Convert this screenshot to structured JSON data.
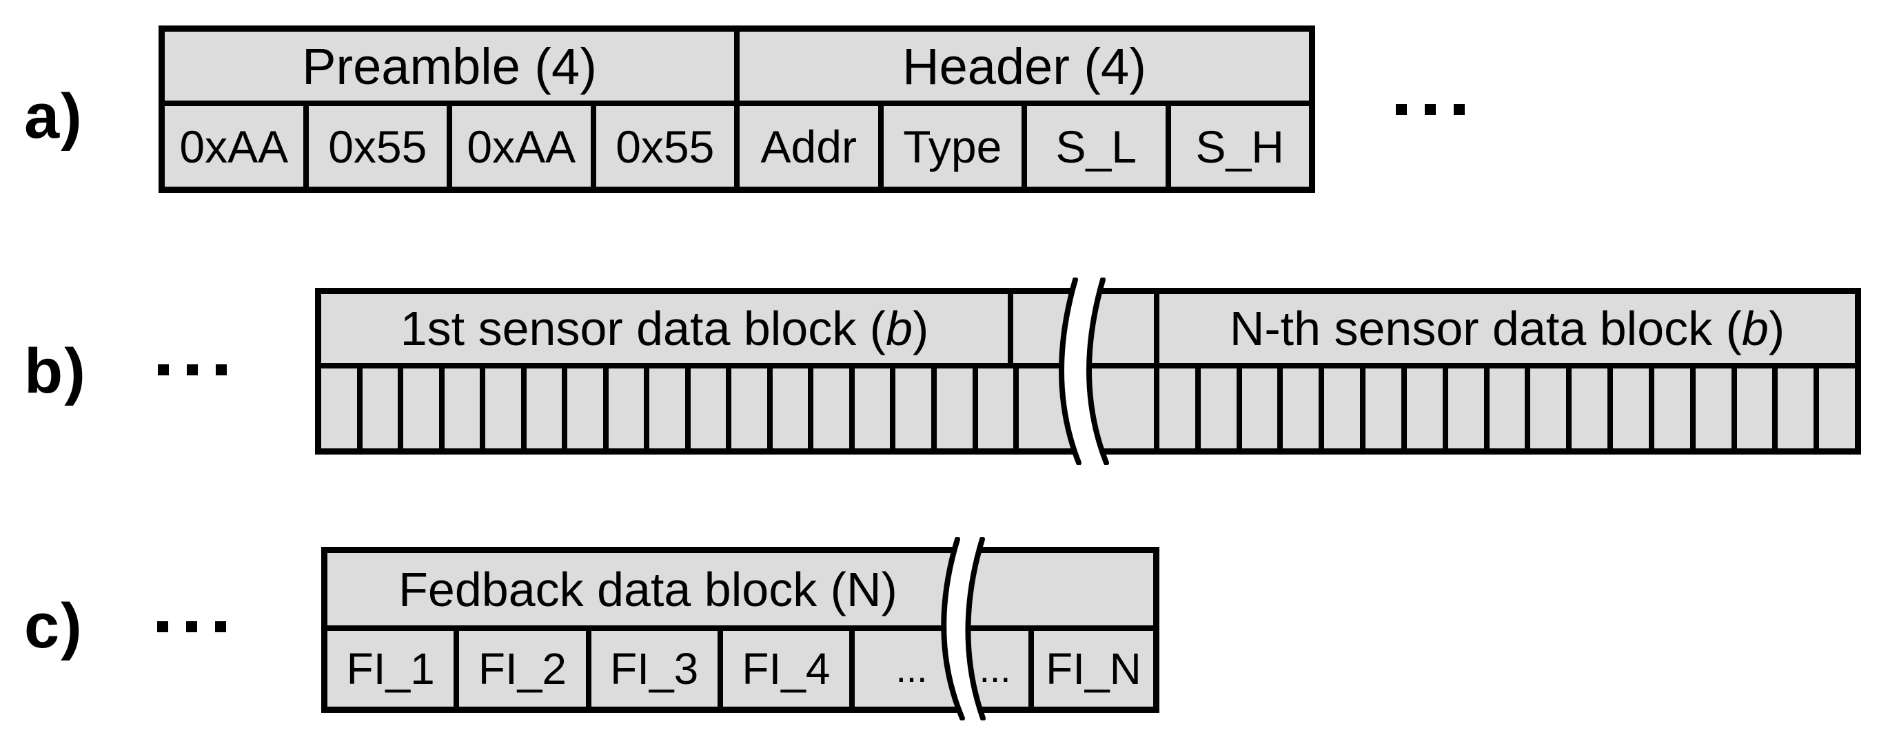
{
  "figure": {
    "colors": {
      "background": "#ffffff",
      "cell_fill": "#dcdcdc",
      "border": "#000000",
      "text": "#000000"
    },
    "rows": [
      {
        "id": "a",
        "label": "a)",
        "ellipsis_after": "...",
        "groups": [
          {
            "title": "Preamble (4)",
            "cells": [
              "0xAA",
              "0x55",
              "0xAA",
              "0x55"
            ]
          },
          {
            "title": "Header (4)",
            "cells": [
              "Addr",
              "Type",
              "S_L",
              "S_H"
            ]
          }
        ]
      },
      {
        "id": "b",
        "label": "b)",
        "ellipsis_before": "...",
        "first_block": {
          "title_prefix": "1st sensor data block (",
          "title_italic": "b",
          "title_suffix": ")",
          "byte_cells": 17
        },
        "nth_block": {
          "title_prefix": "N-th sensor data block (",
          "title_italic": "b",
          "title_suffix": ")",
          "byte_cells": 17
        }
      },
      {
        "id": "c",
        "label": "c)",
        "ellipsis_before": "...",
        "feedback_block": {
          "title": "Fedback data block (N)",
          "cells": [
            "FI_1",
            "FI_2",
            "FI_3",
            "FI_4",
            "..."
          ]
        },
        "tail_cells": [
          "...",
          "FI_N"
        ]
      }
    ]
  }
}
